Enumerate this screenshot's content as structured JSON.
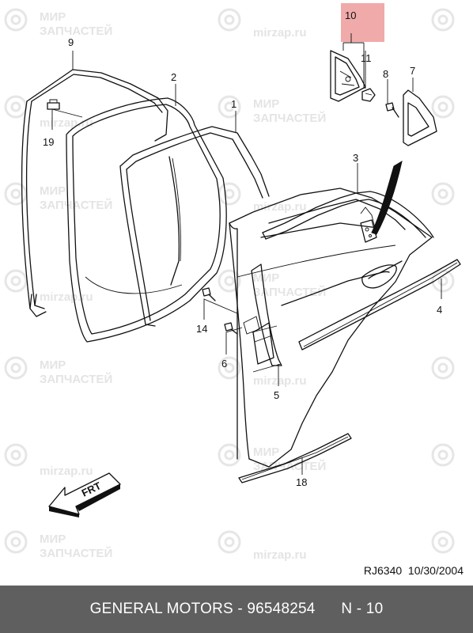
{
  "watermark": {
    "brand_line1": "МИР",
    "brand_line2": "ЗАПЧАСТЕЙ",
    "site": "mirzap.ru"
  },
  "callouts": {
    "c1": "1",
    "c2": "2",
    "c3": "3",
    "c4": "4",
    "c5": "5",
    "c6": "6",
    "c7": "7",
    "c8": "8",
    "c9": "9",
    "c10": "10",
    "c11": "11",
    "c14": "14",
    "c18": "18",
    "c19": "19"
  },
  "highlight_color": "#f1aaaa",
  "front_arrow_label": "FRT",
  "drawing_ref": "RJ6340  10/30/2004",
  "footer": {
    "maker": "GENERAL MOTORS",
    "separator": " - ",
    "part_number": "96548254",
    "gap": "      ",
    "page": "N - 10"
  }
}
